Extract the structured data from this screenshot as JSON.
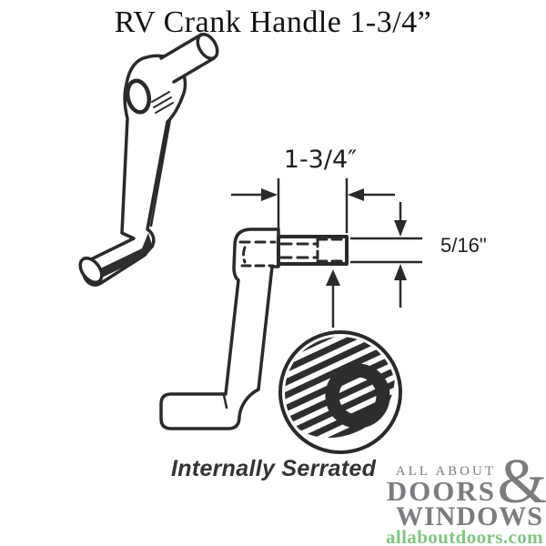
{
  "title": "RV Crank Handle 1-3/4”",
  "drawing": {
    "width_dimension_label": "1-3/4″",
    "diameter_dimension_label": "5/16\"",
    "detail_caption": "Internally Serrated"
  },
  "logo": {
    "tagline": "ALL ABOUT",
    "word1": "DOORS",
    "ampersand": "&",
    "word2": "WINDOWS",
    "website": "allaboutdoors.com"
  },
  "colors": {
    "line_art": "#2a2a2a",
    "title_text": "#111111",
    "logo_gray": "#7b7b80",
    "logo_green": "#82c482",
    "background": "#ffffff"
  }
}
